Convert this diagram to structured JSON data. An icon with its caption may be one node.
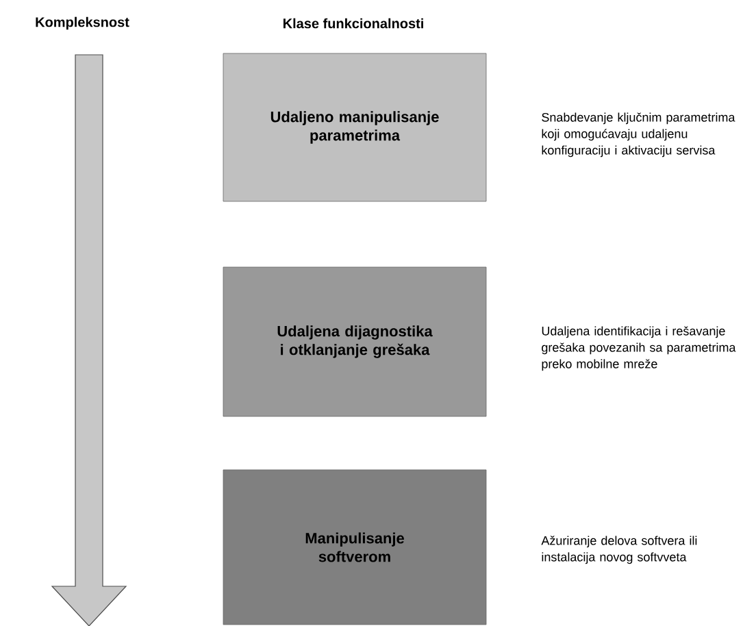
{
  "diagram": {
    "nodes": [
      {
        "text": [
          "Udaljeno manipulisanje parametrima"
        ]
      },
      {
        "text": [
          "Udaljena dijagnostika i otklanjanje grešaka"
        ]
      },
      {
        "text": [
          "Manipulisanje softverom"
        ]
      }
    ],
    "labels": [
      "Kompleksnost",
      "Klase funkcionalnosti",
      "Snabdevanje ključnim parametrima koji omogućavaju udaljenu konfiguraciju i aktivaciju servisa",
      "Udaljena identifikacija i rešavanje grešaka povezanih sa parametrima preko mobilne mreže",
      "Ažuriranje delova softvera ili instalacija novog softvveta"
    ]
  }
}
